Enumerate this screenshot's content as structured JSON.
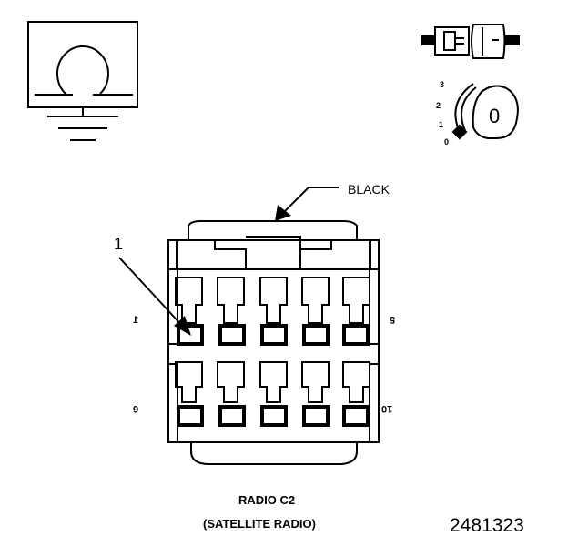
{
  "ground_symbol": "omega-ground-icon",
  "connector_symbol": "connector-plug-icon",
  "ignition_symbol": "ignition-key-icon",
  "ignition": {
    "positions": [
      "3",
      "2",
      "1",
      "0"
    ],
    "key_label": "0"
  },
  "color_label": "BLACK",
  "callout_number": "1",
  "pins": {
    "top_left": "1",
    "top_right": "5",
    "bottom_left": "6",
    "bottom_right": "10"
  },
  "title_line1": "RADIO C2",
  "title_line2": "(SATELLITE RADIO)",
  "figure_number": "2481323"
}
